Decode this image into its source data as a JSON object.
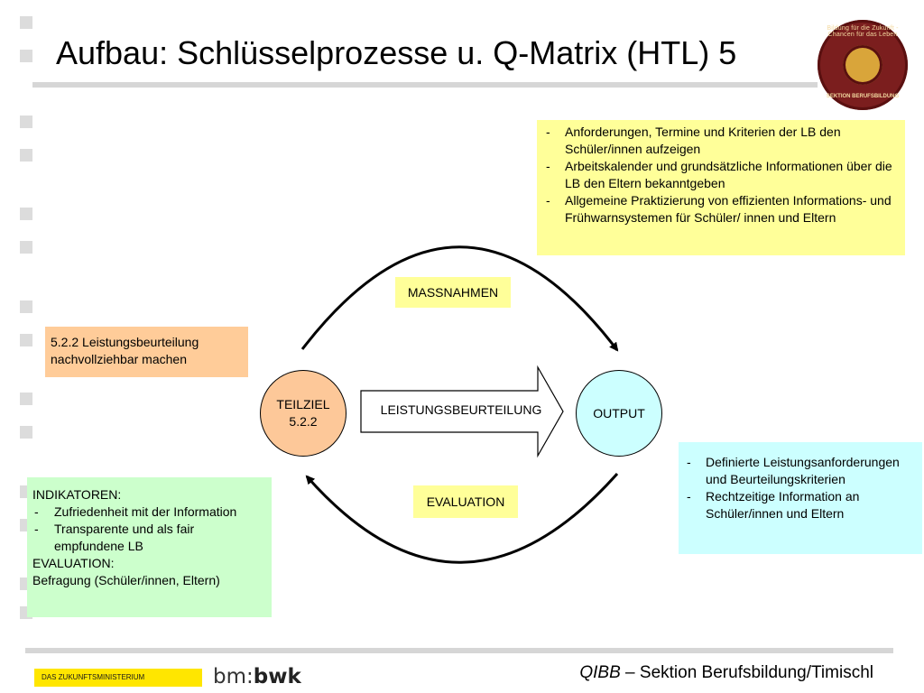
{
  "slide": {
    "title": "Aufbau: Schlüsselprozesse u. Q-Matrix (HTL)  5"
  },
  "logo": {
    "icon": "sektion-berufsbildung-seal",
    "text_top": "Bildung für die Zukunft - Chancen für das Leben",
    "text_bottom": "SEKTION BERUFSBILDUNG"
  },
  "requirements_box": {
    "items": [
      "Anforderungen, Termine und Kriterien der LB den Schüler/innen aufzeigen",
      "Arbeitskalender und grundsätzliche Informationen über die LB den Eltern bekanntgeben",
      "Allgemeine Praktizierung von effizienten Informations- und Frühwarnsystemen für Schüler/ innen und Eltern"
    ]
  },
  "goal_box": {
    "text": "5.2.2 Leistungsbeurteilung nachvollziehbar machen"
  },
  "indicators_box": {
    "heading": "INDIKATOREN:",
    "items": [
      "Zufriedenheit mit der Information",
      "Transparente und als fair empfundene LB"
    ],
    "evaluation_heading": "EVALUATION:",
    "evaluation_text": "Befragung (Schüler/innen, Eltern)"
  },
  "output_box": {
    "items": [
      "Definierte Leistungsanforderungen und Beurteilungskriterien",
      "Rechtzeitige Information an Schüler/innen und Eltern"
    ]
  },
  "flow": {
    "top_label": "MASSNAHMEN",
    "bottom_label": "EVALUATION",
    "start_line1": "TEILZIEL",
    "start_line2": "5.2.2",
    "process": "LEISTUNGSBEURTEILUNG",
    "end": "OUTPUT"
  },
  "footer": {
    "ministry": "DAS ZUKUNFTSMINISTERIUM",
    "brand_prefix": "bm:",
    "brand_suffix": "bwk",
    "credit_italic": "QIBB",
    "credit_rest": " – Sektion Berufsbildung/Timischl"
  },
  "colors": {
    "yellow": "#ffff99",
    "orange": "#ffcc99",
    "green": "#ccffcc",
    "cyan": "#ccffff",
    "ministry_yellow": "#ffe600"
  }
}
